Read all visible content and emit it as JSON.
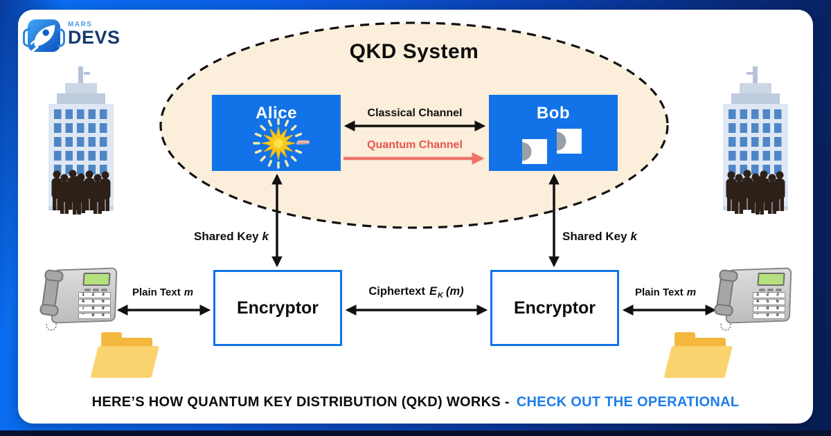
{
  "logo": {
    "mars": "MARS",
    "devs": "DEVS"
  },
  "qkd": {
    "title": "QKD System",
    "alice_label": "Alice",
    "bob_label": "Bob",
    "classical_channel_label": "Classical Channel",
    "quantum_channel_label": "Quantum Channel"
  },
  "keys": {
    "shared_key_text": "Shared Key",
    "shared_key_var": "k"
  },
  "encryption": {
    "encryptor_label": "Encryptor",
    "plain_text_label": "Plain Text",
    "plain_text_var": "m",
    "ciphertext_label": "Ciphertext",
    "ciphertext_fn": "E",
    "ciphertext_sub": "K",
    "ciphertext_arg": "(m)"
  },
  "phone": {
    "keypad_rows": [
      "1 2 3",
      "4 5 6",
      "7 8 9",
      "* 0 #"
    ]
  },
  "footer": {
    "headline_black": "HERE’S HOW QUANTUM KEY DISTRIBUTION (QKD) WORKS -",
    "headline_blue": "CHECK OUT THE OPERATIONAL"
  },
  "colors": {
    "brand_blue": "#1273e8",
    "quantum_red": "#e8554e",
    "ellipse_cream": "#fbeeda",
    "footer_link_blue": "#1d7dea",
    "background_top_left": "#0a6df0",
    "background_bottom_right": "#071d52"
  }
}
